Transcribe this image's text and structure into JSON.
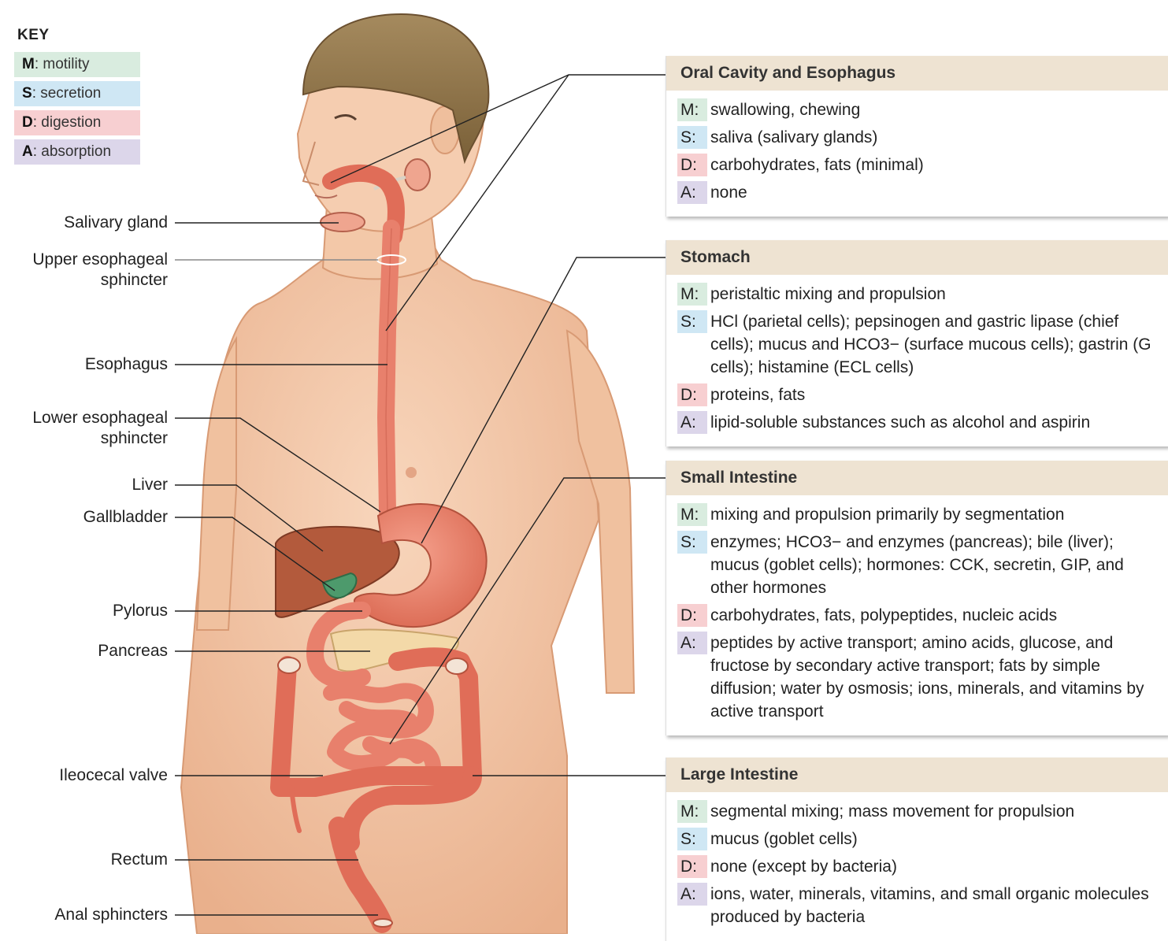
{
  "key": {
    "title": "KEY",
    "items": [
      {
        "letter": "M",
        "text": ": motility"
      },
      {
        "letter": "S",
        "text": ": secretion"
      },
      {
        "letter": "D",
        "text": ": digestion"
      },
      {
        "letter": "A",
        "text": ": absorption"
      }
    ]
  },
  "labels": {
    "salivary_gland": "Salivary gland",
    "upper_esophageal_1": "Upper esophageal",
    "upper_esophageal_2": "sphincter",
    "esophagus": "Esophagus",
    "lower_esophageal_1": "Lower esophageal",
    "lower_esophageal_2": "sphincter",
    "liver": "Liver",
    "gallbladder": "Gallbladder",
    "pylorus": "Pylorus",
    "pancreas": "Pancreas",
    "ileocecal_valve": "Ileocecal valve",
    "rectum": "Rectum",
    "anal_sphincters": "Anal sphincters"
  },
  "panels": [
    {
      "title": "Oral Cavity and Esophagus",
      "rows": [
        {
          "tag": "M:",
          "text": "swallowing, chewing"
        },
        {
          "tag": "S:",
          "text": "saliva (salivary glands)"
        },
        {
          "tag": "D:",
          "text": "carbohydrates, fats (minimal)"
        },
        {
          "tag": "A:",
          "text": "none"
        }
      ]
    },
    {
      "title": "Stomach",
      "rows": [
        {
          "tag": "M:",
          "text": "peristaltic mixing and propulsion"
        },
        {
          "tag": "S:",
          "text": "HCl (parietal cells); pepsinogen and gastric lipase (chief cells); mucus and HCO3− (surface mucous cells); gastrin (G cells); histamine (ECL cells)"
        },
        {
          "tag": "D:",
          "text": "proteins, fats"
        },
        {
          "tag": "A:",
          "text": "lipid-soluble substances such as alcohol and aspirin"
        }
      ]
    },
    {
      "title": "Small Intestine",
      "rows": [
        {
          "tag": "M:",
          "text": "mixing and propulsion primarily by segmentation"
        },
        {
          "tag": "S:",
          "text": "enzymes; HCO3− and enzymes (pancreas); bile (liver); mucus (goblet cells); hormones: CCK, secretin, GIP, and other hormones"
        },
        {
          "tag": "D:",
          "text": "carbohydrates, fats, polypeptides, nucleic acids"
        },
        {
          "tag": "A:",
          "text": "peptides by active transport; amino acids, glucose, and fructose by secondary active transport; fats by simple diffusion; water by osmosis; ions, minerals, and vitamins by active transport"
        }
      ]
    },
    {
      "title": "Large Intestine",
      "rows": [
        {
          "tag": "M:",
          "text": "segmental mixing; mass movement for propulsion"
        },
        {
          "tag": "S:",
          "text": "mucus (goblet cells)"
        },
        {
          "tag": "D:",
          "text": "none (except by bacteria)"
        },
        {
          "tag": "A:",
          "text": "ions, water, minerals, vitamins, and small organic molecules produced by bacteria"
        }
      ]
    }
  ],
  "colors": {
    "motility": "#d9ecdf",
    "secretion": "#cfe7f4",
    "digestion": "#f7cfd1",
    "absorption": "#dcd6ea",
    "panel_header": "#eee3d2",
    "skin": "#f2c6a6",
    "organ": "#e8806c",
    "liver": "#b35a3c"
  }
}
